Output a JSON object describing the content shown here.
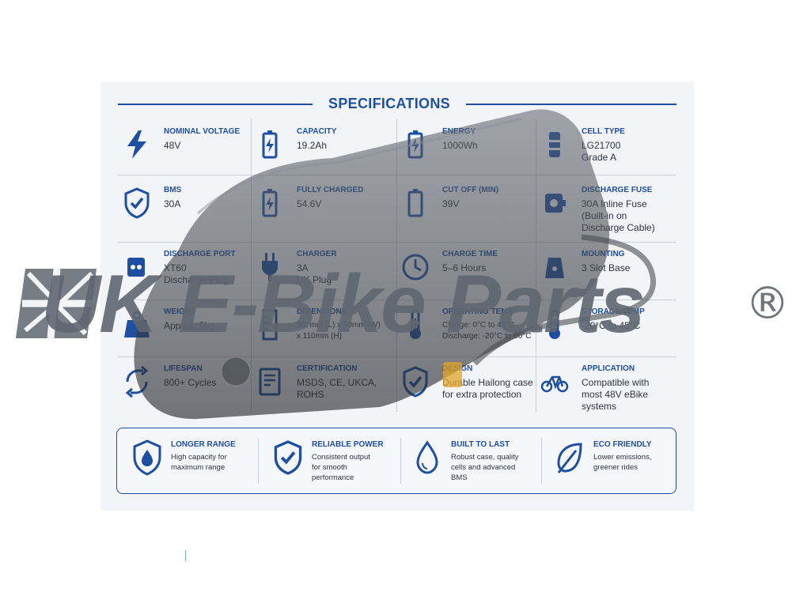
{
  "specifications": {
    "title": "SPECIFICATIONS",
    "items": [
      {
        "label": "NOMINAL VOLTAGE",
        "value": "48V",
        "icon": "lightning-icon"
      },
      {
        "label": "CAPACITY",
        "value": "19.2Ah",
        "icon": "battery-charge-icon"
      },
      {
        "label": "ENERGY",
        "value": "1000Wh",
        "icon": "battery-charge-icon"
      },
      {
        "label": "CELL TYPE",
        "value": "LG21700\nGrade A",
        "icon": "cell-icon"
      },
      {
        "label": "BMS",
        "value": "30A",
        "icon": "shield-check-icon"
      },
      {
        "label": "FULLY CHARGED",
        "value": "54.6V",
        "icon": "battery-charge-icon"
      },
      {
        "label": "CUT OFF (MIN)",
        "value": "39V",
        "icon": "battery-empty-icon"
      },
      {
        "label": "DISCHARGE FUSE",
        "value": "30A Inline Fuse\n(Built-in on\nDischarge Cable)",
        "icon": "fuse-icon"
      },
      {
        "label": "DISCHARGE PORT",
        "value": "XT60\nDischarge Plug",
        "icon": "port-icon"
      },
      {
        "label": "CHARGER",
        "value": "3A\nUK Plug",
        "icon": "plug-icon"
      },
      {
        "label": "CHARGE TIME",
        "value": "5–6 Hours",
        "icon": "clock-icon"
      },
      {
        "label": "MOUNTING",
        "value": "3 Slot Base",
        "icon": "mount-icon"
      },
      {
        "label": "WEIGHT",
        "value": "Approx. 5kg",
        "icon": "weight-icon"
      },
      {
        "label": "DIMENSIONS",
        "value": "367mm (L) x 90mm (W)\nx 110mm (H)",
        "icon": "ruler-icon"
      },
      {
        "label": "OPERATING TEMP",
        "value": "Charge: 0°C to 45°C\nDischarge: -20°C to 60°C",
        "icon": "thermometer-icon"
      },
      {
        "label": "STORAGE TEMP",
        "value": "-20°C to 45°C",
        "icon": "thermometer-icon"
      },
      {
        "label": "LIFESPAN",
        "value": "800+ Cycles",
        "icon": "cycle-icon"
      },
      {
        "label": "CERTIFICATION",
        "value": "MSDS, CE, UKCA,\nROHS",
        "icon": "certificate-icon"
      },
      {
        "label": "DESIGN",
        "value": "Durable Hailong case\nfor extra protection",
        "icon": "shield-check-icon"
      },
      {
        "label": "APPLICATION",
        "value": "Compatible with\nmost 48V eBike\nsystems",
        "icon": "bicycle-icon"
      }
    ]
  },
  "features": [
    {
      "label": "LONGER RANGE",
      "value": "High capacity for\nmaximum range",
      "icon": "shield-drop-icon"
    },
    {
      "label": "RELIABLE POWER",
      "value": "Consistent output\nfor smooth\nperformance",
      "icon": "shield-check-icon"
    },
    {
      "label": "BUILT TO LAST",
      "value": "Robust case, quality\ncells and advanced\nBMS",
      "icon": "drop-icon"
    },
    {
      "label": "ECO FRIENDLY",
      "value": "Lower emissions,\ngreener rides",
      "icon": "leaf-icon"
    }
  ],
  "logo": {
    "text": "UK E-Bike Parts",
    "mark": "®"
  },
  "colors": {
    "accent": "#1e4fa0",
    "panel": "#f3f4f7",
    "logo": "#5f6670"
  }
}
